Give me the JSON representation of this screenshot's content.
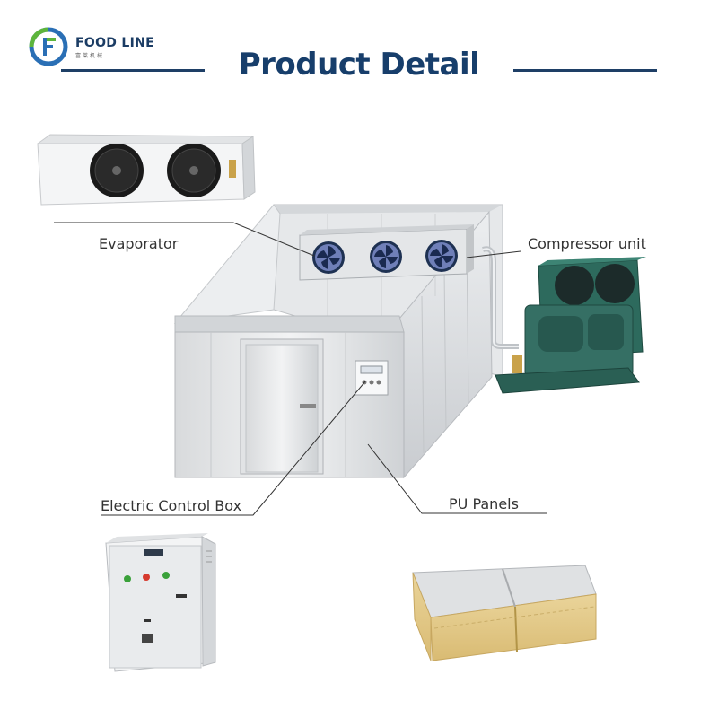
{
  "brand": {
    "name": "FOOD LINE",
    "tagline": "富莱机械"
  },
  "header": {
    "title": "Product Detail"
  },
  "labels": {
    "evaporator": "Evaporator",
    "compressor": "Compressor unit",
    "control_box": "Electric Control Box",
    "pu_panels": "PU Panels"
  },
  "colors": {
    "title": "#173e6b",
    "rule": "#1e3f66",
    "logo_green": "#5db53b",
    "logo_blue": "#2a6fb5"
  }
}
